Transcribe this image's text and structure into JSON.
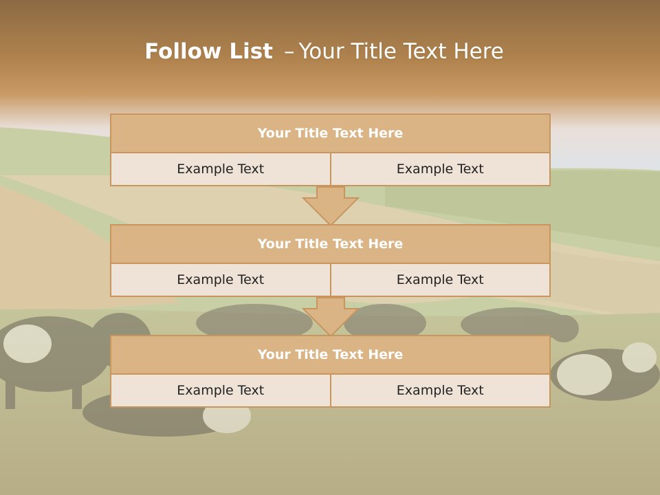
{
  "slide": {
    "title_bold": "Follow List",
    "title_separator": "–",
    "title_rest": "Your Title Text Here"
  },
  "blocks": [
    {
      "title": "Your Title Text Here",
      "left": "Example Text",
      "right": "Example Text"
    },
    {
      "title": "Your Title Text Here",
      "left": "Example Text",
      "right": "Example Text"
    },
    {
      "title": "Your Title Text Here",
      "left": "Example Text",
      "right": "Example Text"
    }
  ],
  "colors": {
    "title_band": "#b98a55",
    "block_header": "#dbb486",
    "block_cell": "#efe2d7",
    "block_border": "#c8955e"
  },
  "icons": [
    "down-arrow-icon",
    "down-arrow-icon"
  ]
}
